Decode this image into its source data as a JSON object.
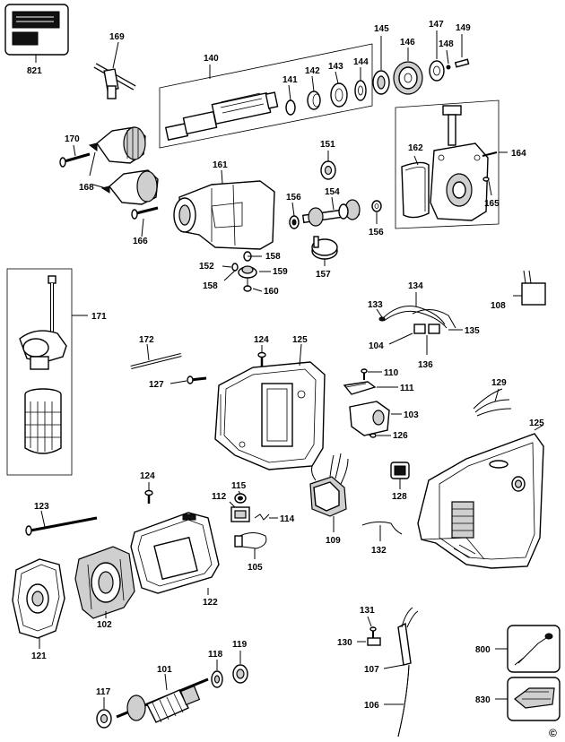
{
  "labels": {
    "p821": "821",
    "p169": "169",
    "p140": "140",
    "p141": "141",
    "p142": "142",
    "p143": "143",
    "p144": "144",
    "p145": "145",
    "p146": "146",
    "p147": "147",
    "p148": "148",
    "p149": "149",
    "p170": "170",
    "p168": "168",
    "p161": "161",
    "p151": "151",
    "p162": "162",
    "p164": "164",
    "p165": "165",
    "p166": "166",
    "p156a": "156",
    "p154": "154",
    "p156b": "156",
    "p152": "152",
    "p158a": "158",
    "p159": "159",
    "p158b": "158",
    "p160": "160",
    "p157": "157",
    "p171": "171",
    "p134": "134",
    "p133": "133",
    "p108": "108",
    "p135": "135",
    "p104": "104",
    "p136": "136",
    "p172": "172",
    "p124a": "124",
    "p125a": "125",
    "p110": "110",
    "p127": "127",
    "p111": "111",
    "p129": "129",
    "p103": "103",
    "p125b": "125",
    "p126": "126",
    "p128": "128",
    "p124b": "124",
    "p123": "123",
    "p112": "112",
    "p115": "115",
    "p114": "114",
    "p109": "109",
    "p132": "132",
    "p105": "105",
    "p122": "122",
    "p102": "102",
    "p121": "121",
    "p131": "131",
    "p130": "130",
    "p800": "800",
    "p107": "107",
    "p118": "118",
    "p119": "119",
    "p101": "101",
    "p117": "117",
    "p830": "830",
    "p106": "106"
  },
  "copyright_symbol": "©"
}
